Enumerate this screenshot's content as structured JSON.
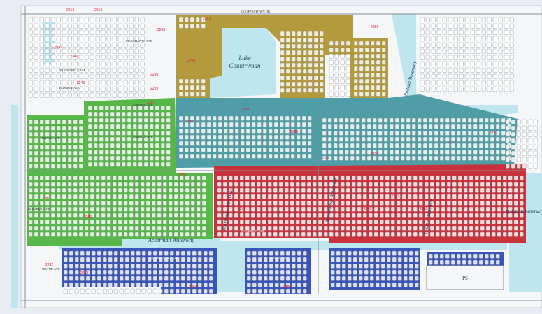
{
  "map": {
    "lake_label": [
      "Lake",
      "Countryman"
    ],
    "zone_colors": {
      "olive": "#b39a3c",
      "teal": "#4f9ea7",
      "green": "#57b748",
      "red": "#c8323d",
      "blue": "#3a55b8",
      "water": "#bfe6ef",
      "lot_fill": "#ffffff",
      "road_outline": "#8a8f96",
      "block_label": "#d4213a"
    },
    "street_labels": [
      "COOPERSTOWN DR",
      "MERCHANTS AVE",
      "VANDERBILT AVE",
      "RIDGELY AVE",
      "CARMEL AVE",
      "CARLILE AVE",
      "BRAZIL AVE",
      "REPUBLIC AVE",
      "GRAND AVE",
      "BURKHOLDER CIR",
      "BRIGGS CIR",
      "GOODMAN CIR"
    ],
    "waterway_labels": [
      "Ackerman Waterway",
      "Burkholder Waterway",
      "McCullough Waterway",
      "Pulliam Waterway",
      "Ludlow Waterway",
      "McGrath Waterway"
    ],
    "block_numbers": [
      "2213",
      "2212",
      "2262",
      "2263",
      "2264",
      "2274",
      "2247",
      "2246",
      "2256",
      "2259",
      "2297",
      "2298",
      "2299",
      "2288",
      "2241",
      "2235",
      "2221",
      "2222",
      "2265",
      "2128",
      "2273",
      "2276",
      "2277",
      "2278",
      "2279",
      "2280",
      "2281",
      "2282",
      "2283",
      "2284",
      "2285",
      "2286"
    ],
    "park_label": "PS"
  }
}
